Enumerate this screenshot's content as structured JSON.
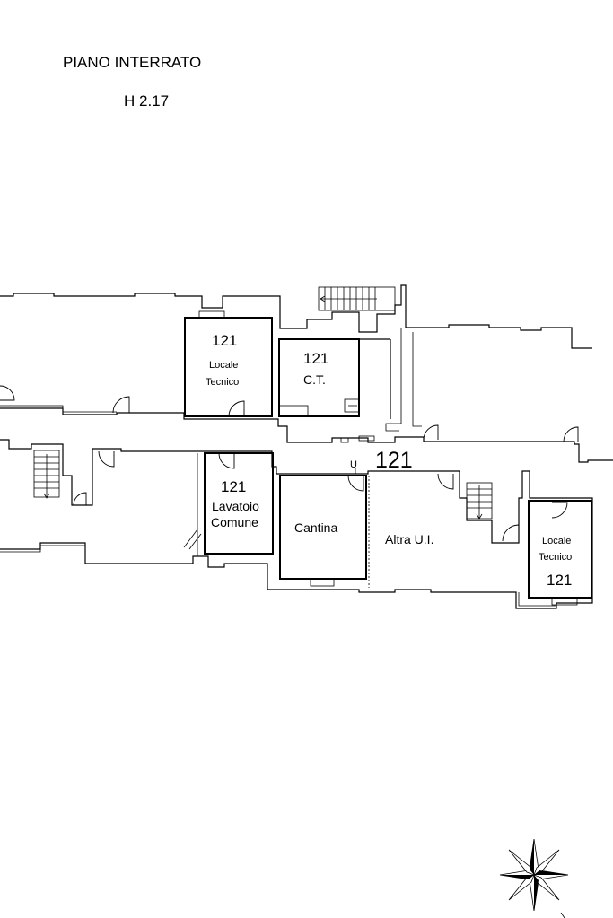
{
  "header": {
    "title": "PIANO INTERRATO",
    "height": "H 2.17"
  },
  "rooms": {
    "locale_tecnico_top": {
      "number": "121",
      "line1": "Locale",
      "line2": "Tecnico"
    },
    "ct": {
      "number": "121",
      "label": "C.T."
    },
    "lavatoio": {
      "number": "121",
      "line1": "Lavatoio",
      "line2": "Comune"
    },
    "cantina": {
      "label": "Cantina"
    },
    "altra_ui": {
      "label": "Altra U.I."
    },
    "locale_tecnico_right": {
      "line1": "Locale",
      "line2": "Tecnico",
      "number": "121"
    }
  },
  "markers": {
    "main_number": "121",
    "u_marker": "U"
  },
  "colors": {
    "ink": "#000000",
    "paper": "#ffffff"
  },
  "icons": {
    "compass": "compass-rose-icon"
  }
}
